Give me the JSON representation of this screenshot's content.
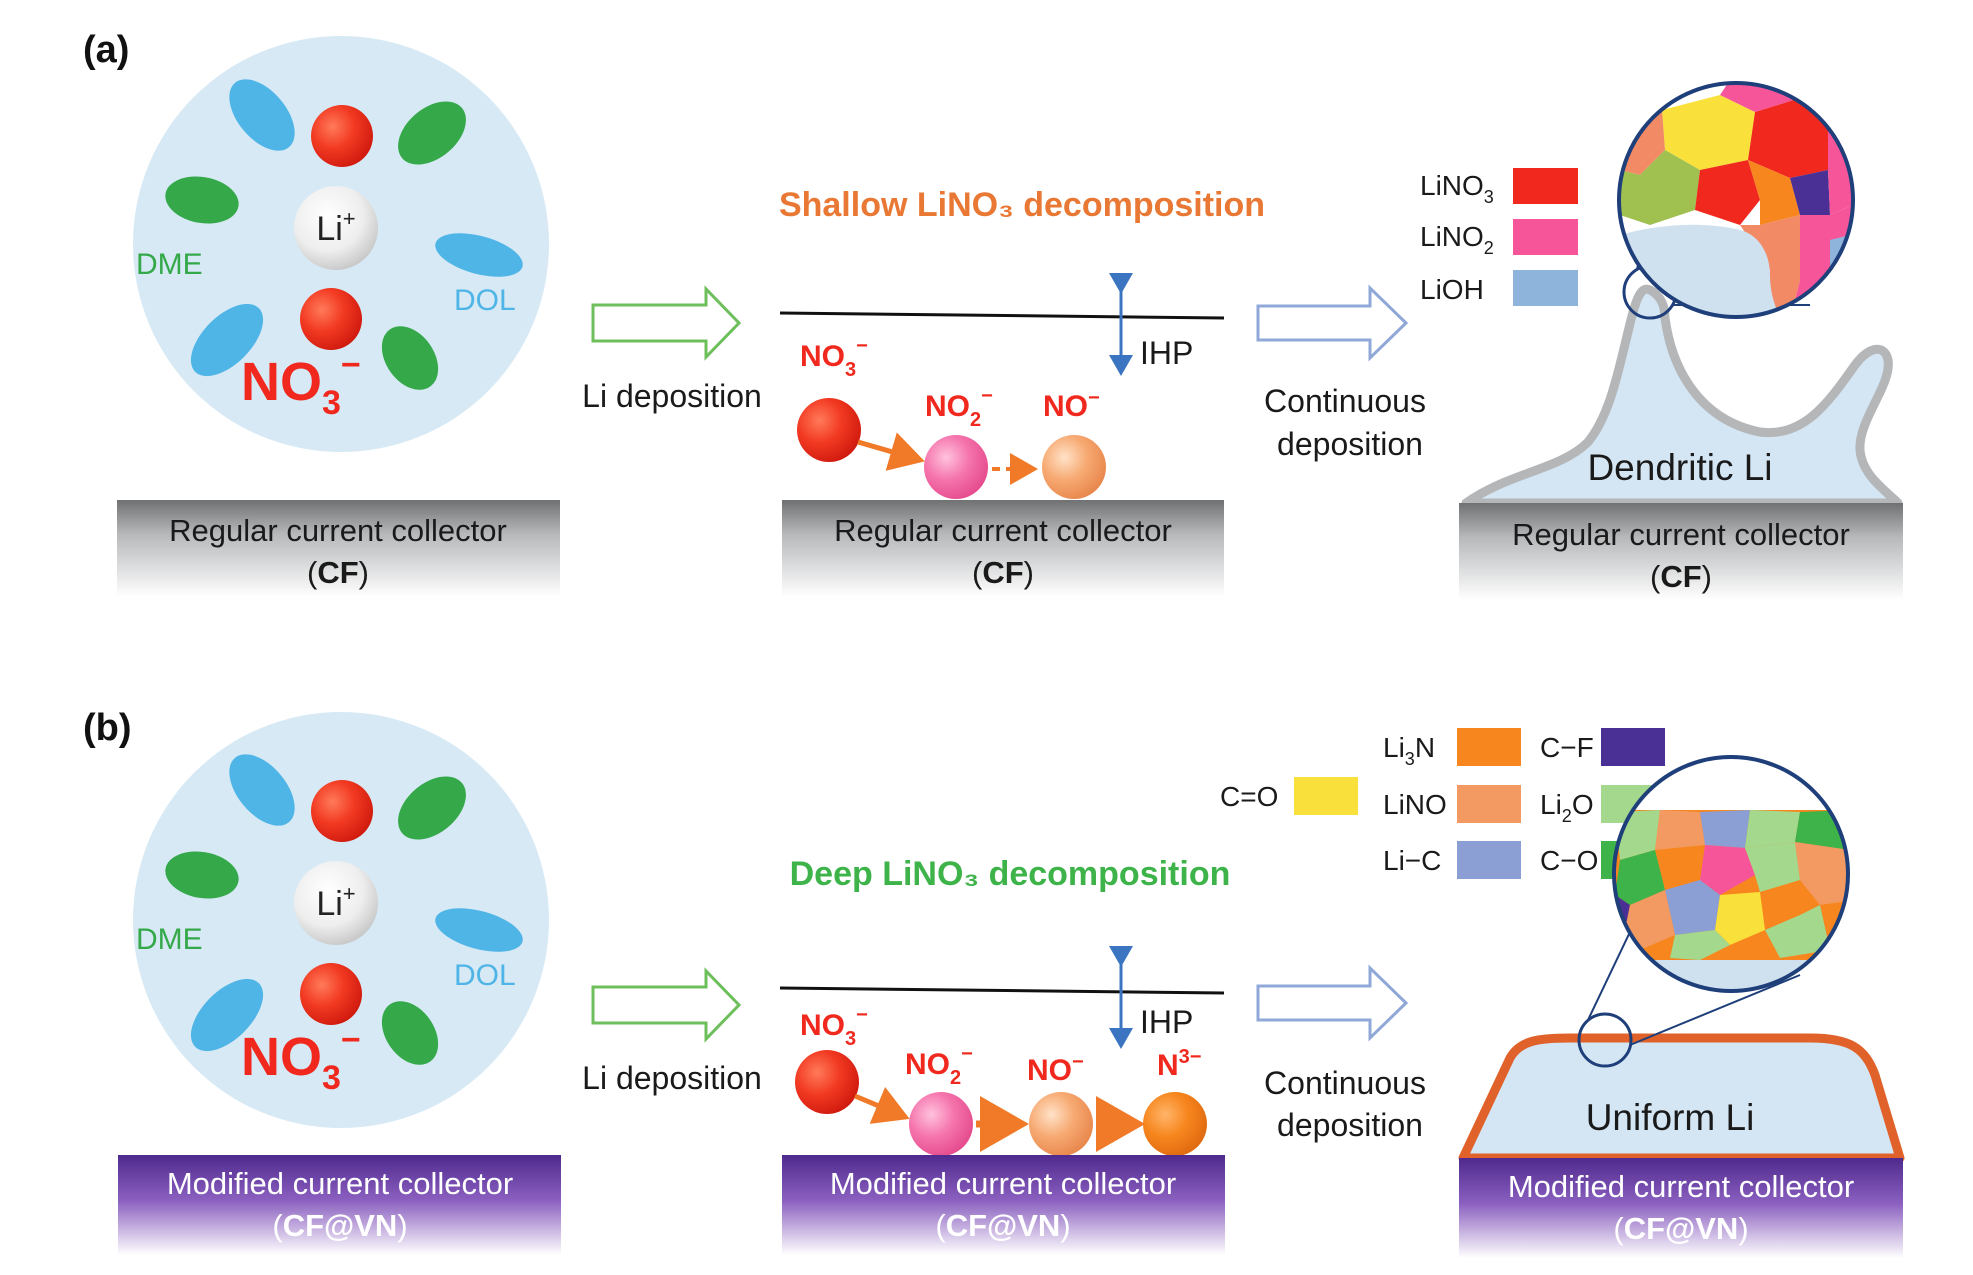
{
  "panel_a": {
    "label": "(a)",
    "li_ion": "Li",
    "li_ion_sup": "+",
    "solvent_dme": "DME",
    "solvent_dol": "DOL",
    "anion_main": "NO",
    "anion_sub": "3",
    "anion_sup": "−",
    "collector1_line1": "Regular current collector",
    "collector1_line2": "CF",
    "arrow1_label": "Li deposition",
    "decomp_title": "Shallow LiNO₃ decomposition",
    "ihp_label": "IHP",
    "species": [
      {
        "main": "NO",
        "sub": "3",
        "sup": "−"
      },
      {
        "main": "NO",
        "sub": "2",
        "sup": "−"
      },
      {
        "main": "NO",
        "sub": "",
        "sup": "−"
      }
    ],
    "collector2_line1": "Regular current collector",
    "collector2_line2": "CF",
    "arrow2_line1": "Continuous",
    "arrow2_line2": "deposition",
    "legend": [
      {
        "main": "LiNO",
        "sub": "3",
        "color": "#f0281e"
      },
      {
        "main": "LiNO",
        "sub": "2",
        "color": "#f7559a"
      },
      {
        "main": "LiOH",
        "sub": "",
        "color": "#8fb4dc"
      }
    ],
    "li_morphology": "Dendritic Li",
    "collector3_line1": "Regular current collector",
    "collector3_line2": "CF"
  },
  "panel_b": {
    "label": "(b)",
    "li_ion": "Li",
    "li_ion_sup": "+",
    "solvent_dme": "DME",
    "solvent_dol": "DOL",
    "anion_main": "NO",
    "anion_sub": "3",
    "anion_sup": "−",
    "collector1_line1": "Modified current collector",
    "collector1_line2": "CF@VN",
    "arrow1_label": "Li deposition",
    "decomp_title": "Deep LiNO₃ decomposition",
    "ihp_label": "IHP",
    "species": [
      {
        "main": "NO",
        "sub": "3",
        "sup": "−"
      },
      {
        "main": "NO",
        "sub": "2",
        "sup": "−"
      },
      {
        "main": "NO",
        "sub": "",
        "sup": "−"
      },
      {
        "main": "N",
        "sub": "",
        "sup": "3−"
      }
    ],
    "collector2_line1": "Modified current collector",
    "collector2_line2": "CF@VN",
    "arrow2_line1": "Continuous",
    "arrow2_line2": "deposition",
    "legend": [
      {
        "main": "C=O",
        "sub": "",
        "color": "#f9e03a"
      },
      {
        "main": "Li",
        "sub": "3",
        "tail": "N",
        "color": "#f7861e"
      },
      {
        "main": "C−F",
        "sub": "",
        "color": "#4a2f94"
      },
      {
        "main": "LiNO",
        "sub": "",
        "color": "#f29a62"
      },
      {
        "main": "Li",
        "sub": "2",
        "tail": "O",
        "color": "#a4d88c"
      },
      {
        "main": "Li−C",
        "sub": "",
        "color": "#8b9fd4"
      },
      {
        "main": "C−O",
        "sub": "",
        "color": "#3db34a"
      }
    ],
    "li_morphology": "Uniform Li",
    "collector3_line1": "Modified current collector",
    "collector3_line2": "CF@VN"
  }
}
